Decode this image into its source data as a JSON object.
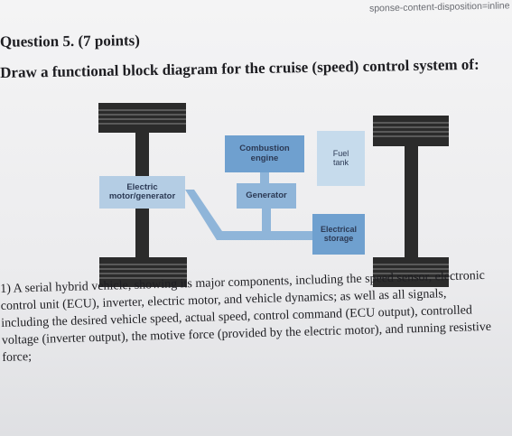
{
  "browser": {
    "url_fragment": "sponse-content-disposition=inline"
  },
  "question": {
    "title": "Question 5. (7 points)",
    "instruction": "Draw a functional block diagram for the cruise (speed) control system of:"
  },
  "diagram": {
    "blocks": {
      "engine": "Combustion\nengine",
      "fuel_tank": "Fuel\ntank",
      "generator": "Generator",
      "motor": "Electric\nmotor/generator",
      "storage": "Electrical\nstorage"
    },
    "colors": {
      "axle": "#2b2b2b",
      "tire_stripe": "#5a5a5a",
      "connector": "#8fb5d9"
    }
  },
  "task": {
    "lines": [
      "1) A serial hybrid vehicle, showing its major components, including the speed sensor, electronic",
      "control unit (ECU), inverter, electric motor, and vehicle dynamics; as well as all signals,",
      "including the desired vehicle speed, actual speed, control command (ECU output), controlled",
      "voltage (inverter output), the motive force (provided by the electric motor), and running resistive",
      "force;"
    ]
  }
}
